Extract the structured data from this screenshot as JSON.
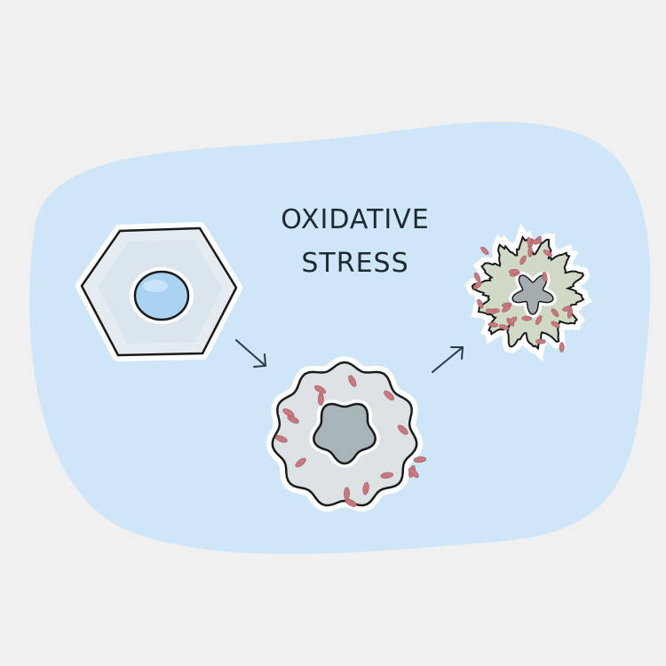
{
  "title": {
    "line1": "OXIDATIVE",
    "line2": "STRESS"
  },
  "stages": [
    {
      "name": "healthy-cell"
    },
    {
      "name": "stressed-cell"
    },
    {
      "name": "damaged-cell"
    }
  ],
  "colors": {
    "background": "#f0f0f0",
    "blob": "#cfe6f8",
    "healthy_cytoplasm": "#e4ecf2",
    "healthy_nucleus": "#a9d3f1",
    "stressed_cytoplasm": "#dde3e4",
    "stressed_nucleus": "#a7b5b9",
    "damaged_cytoplasm": "#cfd9c6",
    "damaged_nucleus": "#a5acae",
    "ros_particle": "#c9787f",
    "outline": "#1a1a1a"
  }
}
